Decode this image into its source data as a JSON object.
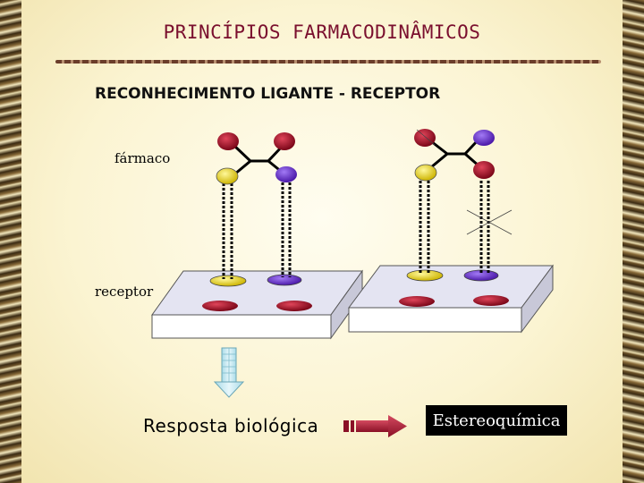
{
  "slide": {
    "title": "PRINCÍPIOS FARMACODINÂMICOS",
    "subtitle": "RECONHECIMENTO LIGANTE - RECEPTOR",
    "label_drug": "fármaco",
    "label_receptor": "receptor",
    "label_response": "Resposta biológica",
    "label_stereo": "Estereoquímica"
  },
  "colors": {
    "title": "#7a0f2e",
    "site_red": "#8b0a1e",
    "site_yellow": "#e8d21a",
    "site_purple": "#6a2fc8",
    "platform_top": "#e4e4f2",
    "platform_front": "#ffffff",
    "down_arrow": "#bfe6f0",
    "right_arrow": "#b0203a"
  },
  "icons": {
    "down_arrow": "down-arrow-icon",
    "right_arrow": "right-arrow-icon",
    "mismatch_cross": "cross-mark-icon"
  }
}
